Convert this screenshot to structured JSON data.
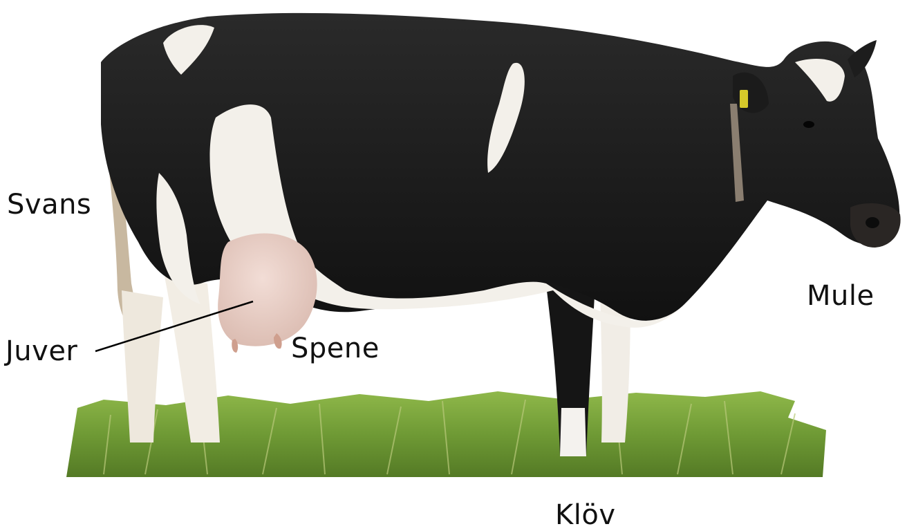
{
  "labels": {
    "svans": "Svans",
    "juver": "Juver",
    "spene": "Spene",
    "mule": "Mule",
    "klov": "Klöv"
  },
  "colors": {
    "background": "#ffffff",
    "text": "#111111",
    "cow_black": "#161616",
    "cow_white": "#f3f0ea",
    "udder": "#e8cfc6",
    "grass": "#6f9a35",
    "ear_tag": "#d6c92a"
  }
}
